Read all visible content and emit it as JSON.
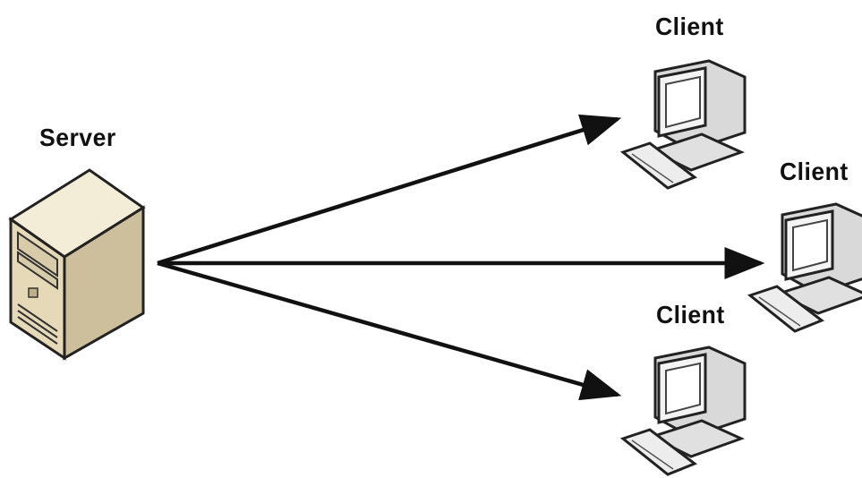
{
  "server": {
    "label": "Server",
    "icon": "server-tower-icon"
  },
  "clients": [
    {
      "label": "Client",
      "icon": "desktop-computer-icon"
    },
    {
      "label": "Client",
      "icon": "desktop-computer-icon"
    },
    {
      "label": "Client",
      "icon": "desktop-computer-icon"
    }
  ],
  "colors": {
    "arrow": "#111111",
    "server_body": "#e8dcc0",
    "computer_body": "#ececec",
    "outline": "#222222"
  }
}
